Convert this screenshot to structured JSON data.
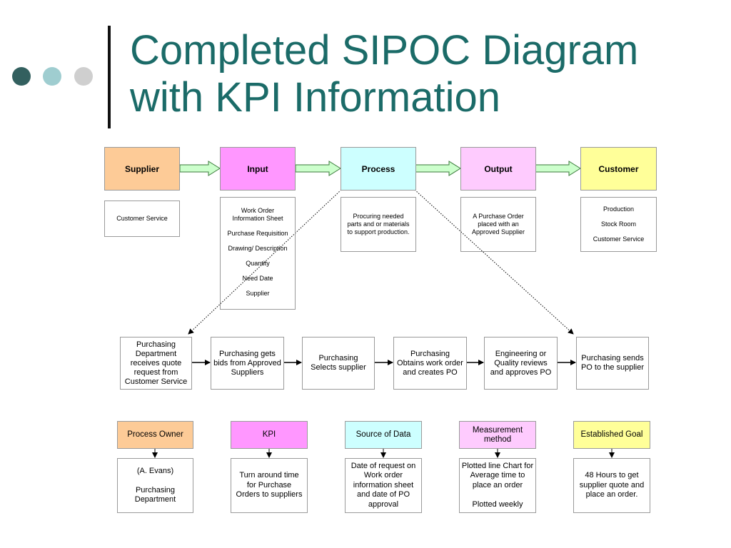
{
  "title": {
    "line1": "Completed SIPOC Diagram",
    "line2": "with KPI Information"
  },
  "colors": {
    "title": "#1b6b68",
    "dot1": "#33605f",
    "dot2": "#9fcdd0",
    "dot3": "#cfcfcf",
    "supplier": "#fdcb97",
    "input": "#ff97ff",
    "process": "#cdffff",
    "output": "#fecbfe",
    "customer": "#ffff99",
    "arrow_fill": "#ccffcc",
    "arrow_stroke": "#3a7a3a"
  },
  "sipoc": {
    "supplier": {
      "label": "Supplier",
      "details": [
        "Customer Service"
      ]
    },
    "input": {
      "label": "Input",
      "details": [
        "Work Order Information Sheet",
        "Purchase Requisition",
        "Drawing/ Description",
        "Quantity",
        "Need Date",
        "Supplier"
      ]
    },
    "process": {
      "label": "Process",
      "details": "Procuring needed parts and or materials to support production."
    },
    "output": {
      "label": "Output",
      "details": "A Purchase Order placed with an Approved Supplier"
    },
    "customer": {
      "label": "Customer",
      "details": [
        "Production",
        "Stock Room",
        "Customer Service"
      ]
    }
  },
  "steps": [
    "Purchasing Department receives quote request from Customer Service",
    "Purchasing gets bids from Approved Suppliers",
    "Purchasing Selects supplier",
    "Purchasing Obtains work order and creates PO",
    "Engineering or Quality reviews and approves PO",
    "Purchasing sends PO to the supplier"
  ],
  "kpi_info": [
    {
      "header": "Process Owner",
      "value": "(A. Evans)\n\nPurchasing Department",
      "color": "#fdcb97"
    },
    {
      "header": "KPI",
      "value": "Turn around time for Purchase Orders to suppliers",
      "color": "#ff97ff"
    },
    {
      "header": "Source of Data",
      "value": "Date of request on Work order information sheet and date of PO approval",
      "color": "#cdffff"
    },
    {
      "header": "Measurement method",
      "value": "Plotted line Chart for Average time to place an order\n\nPlotted weekly",
      "color": "#fecbfe"
    },
    {
      "header": "Established Goal",
      "value": "48 Hours to get supplier quote and place an order.",
      "color": "#ffff99"
    }
  ]
}
